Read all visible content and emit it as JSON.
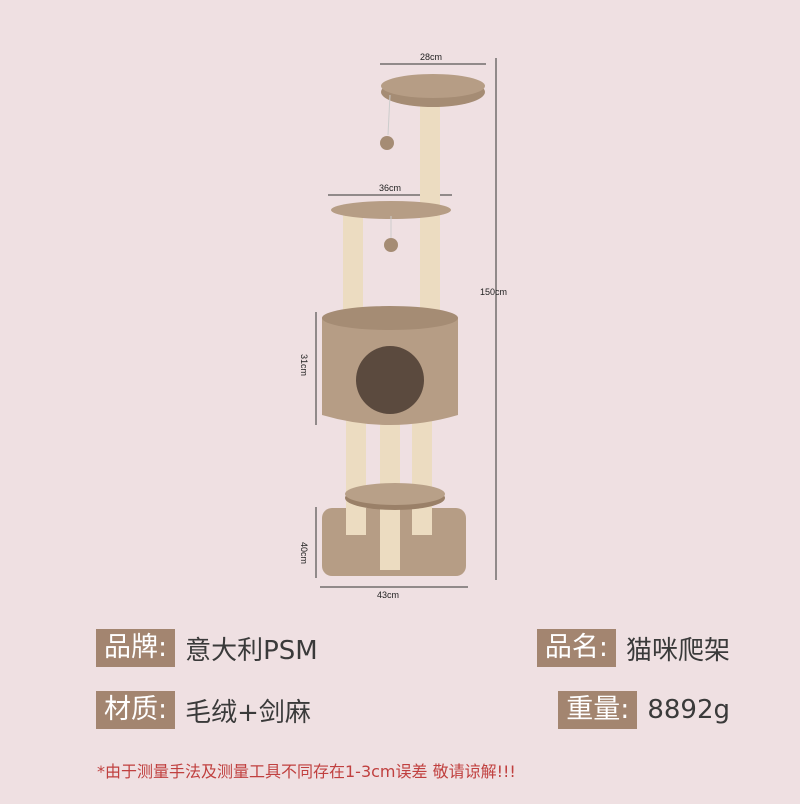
{
  "dimensions": {
    "top_width": "28cm",
    "mid_width": "36cm",
    "height_total": "150cm",
    "house_height": "31cm",
    "base_height": "40cm",
    "base_width": "43cm"
  },
  "specs": {
    "brand_label": "品牌:",
    "brand_value": "意大利PSM",
    "name_label": "品名:",
    "name_value": "猫咪爬架",
    "material_label": "材质:",
    "material_value": "毛绒+剑麻",
    "weight_label": "重量:",
    "weight_value": "8892g"
  },
  "note": "*由于测量手法及测量工具不同存在1-3cm误差 敬请谅解!!!",
  "colors": {
    "background": "#efe0e2",
    "plush": "#b69d85",
    "sisal": "#ecdcc1",
    "tag": "#a38570",
    "note": "#c0403f"
  }
}
